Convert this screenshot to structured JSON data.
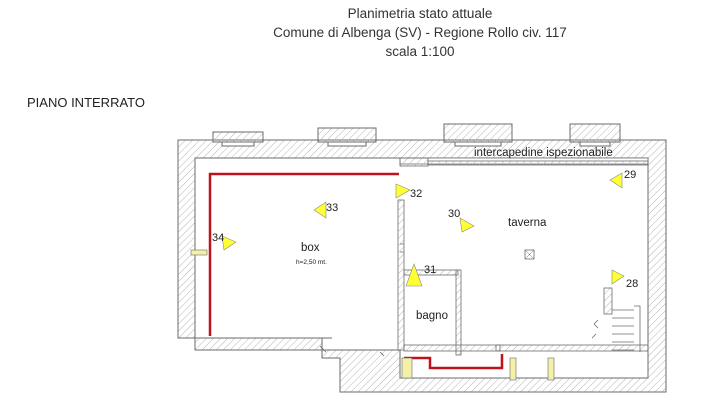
{
  "title": {
    "line1": "Planimetria stato attuale",
    "line2": "Comune di Albenga (SV) - Regione Rollo civ. 117",
    "line3": "scala 1:100"
  },
  "floor_label": "PIANO INTERRATO",
  "rooms": {
    "intercapedine": "intercapedine ispezionabile",
    "box": "box",
    "box_height": "h=2,50 mt.",
    "taverna": "taverna",
    "bagno": "bagno"
  },
  "photo_points": {
    "p28": "28",
    "p29": "29",
    "p30": "30",
    "p31": "31",
    "p32": "32",
    "p33": "33",
    "p34": "34"
  },
  "colors": {
    "wall_outline": "#6b6b6b",
    "wall_hatch": "#b5b5b5",
    "red_line": "#c0121c",
    "marker_fill": "#ffff33",
    "window_fill": "#f3f0a8"
  }
}
